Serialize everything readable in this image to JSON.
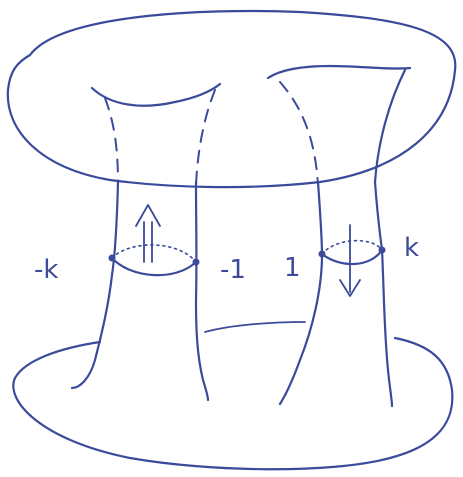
{
  "labels": {
    "left_outer": "-k",
    "left_inner": "-1",
    "right_inner": "1",
    "right_outer": "k"
  },
  "colors": {
    "ink": "#3b4a9a",
    "background": "#ffffff"
  },
  "icons": {
    "up_arrow": "double-up-arrow-icon",
    "down_arrow": "down-arrow-icon"
  }
}
